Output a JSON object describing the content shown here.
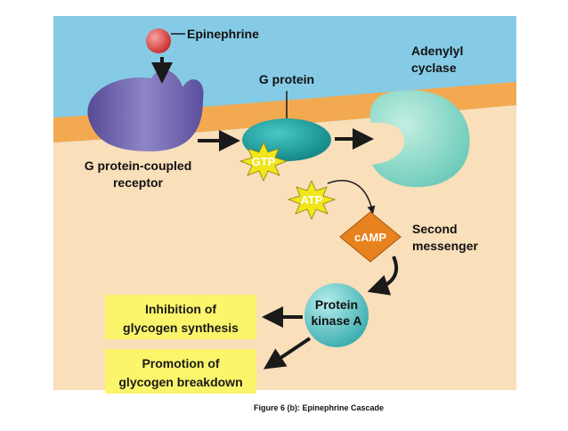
{
  "labels": {
    "epinephrine": "Epinephrine",
    "g_protein": "G protein",
    "adenylyl_cyclase_line1": "Adenylyl",
    "adenylyl_cyclase_line2": "cyclase",
    "receptor_line1": "G protein-coupled",
    "receptor_line2": "receptor",
    "gtp": "GTP",
    "atp": "ATP",
    "camp": "cAMP",
    "second_messenger_line1": "Second",
    "second_messenger_line2": "messenger",
    "protein_kinase_line1": "Protein",
    "protein_kinase_line2": "kinase A"
  },
  "outcomes": [
    {
      "line1": "Inhibition of",
      "line2": "glycogen synthesis"
    },
    {
      "line1": "Promotion of",
      "line2": "glycogen breakdown"
    }
  ],
  "caption": "Figure 6 (b): Epinephrine Cascade",
  "colors": {
    "extracellular": "#86cbe6",
    "membrane": "#f3a94f",
    "cytoplasm": "#f9dfba",
    "receptor": "#7f74b7",
    "g_protein": "#139c9c",
    "adenylyl_cyclase": "#8fdcc9",
    "burst": "#f1e51b",
    "camp": "#e8821f",
    "kinase": "#4fc0c0",
    "outcome_box": "#fbf56b",
    "arrow": "#1a1a1a"
  }
}
